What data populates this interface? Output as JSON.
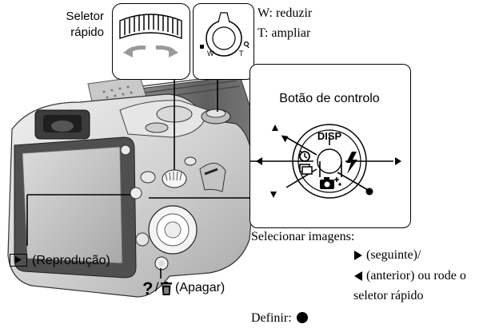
{
  "callouts": {
    "quick_selector_line1": "Seletor",
    "quick_selector_line2": "rápido",
    "zoom_w": "W: reduzir",
    "zoom_t": "T: ampliar",
    "control_button_title": "Botão de controlo",
    "playback": "(Reprodução)",
    "delete": "(Apagar)",
    "select_images": "Selecionar imagens:",
    "next": "(seguinte)/",
    "previous": "(anterior) ou rode o",
    "previous_cont": "seletor rápido",
    "set": "Definir:"
  },
  "zoom_dial": {
    "w_mark": "W",
    "t_mark": "T"
  },
  "control_panel": {
    "disp": "DISP"
  }
}
